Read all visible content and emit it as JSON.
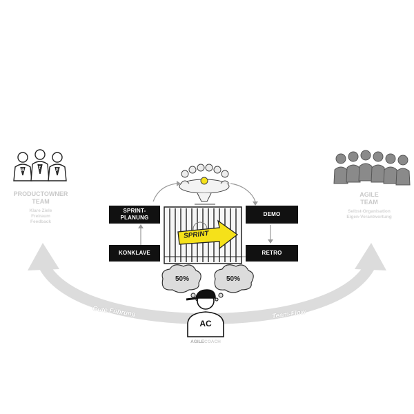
{
  "left_team": {
    "title_line1": "PRODUCTOWNER",
    "title_line2": "TEAM",
    "items": [
      "Klare Ziele",
      "Freiraum",
      "Feedback"
    ],
    "badge_letters": [
      "M",
      "T",
      "P"
    ]
  },
  "right_team": {
    "title_line1": "AGILE",
    "title_line2": "TEAM",
    "items": [
      "Selbst-Organisation",
      "Eigen-Verantwortung"
    ]
  },
  "boxes": {
    "sprint_planung": "SPRINT-\nPLANUNG",
    "konklave": "KONKLAVE",
    "demo": "DEMO",
    "retro": "RETRO"
  },
  "sprint_label": "SPRINT",
  "bubbles": [
    "50%",
    "50%"
  ],
  "coach": {
    "initials": "AC",
    "label_prefix": "AGILE",
    "label_suffix": "COACH"
  },
  "arcs": {
    "left_label": "Gute Führung",
    "right_label": "Team-Flow"
  },
  "colors": {
    "arc": "#d9d9d9",
    "box": "#111111",
    "arrow_yellow": "#f5e11a",
    "grey_text": "#c9c9c9"
  }
}
